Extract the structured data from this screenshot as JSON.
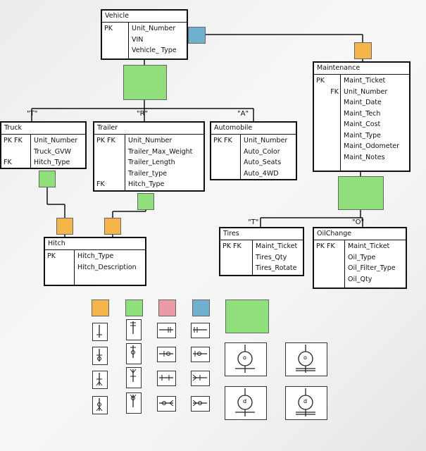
{
  "colors": {
    "orange": "#f4b54a",
    "green": "#8fe07a",
    "pink": "#e89aa6",
    "blue": "#6fb0cf"
  },
  "entities": {
    "vehicle": {
      "title": "Vehicle",
      "keys": [
        "PK",
        "",
        ""
      ],
      "attrs": [
        "Unit_Number",
        "VIN",
        "Vehicle_ Type"
      ]
    },
    "maintenance": {
      "title": "Maintenance",
      "keys": [
        "PK",
        "FK",
        "",
        "",
        "",
        "",
        "",
        ""
      ],
      "attrs": [
        "Maint_Ticket",
        "Unit_Number",
        "Maint_Date",
        "Maint_Tech",
        "Maint_Cost",
        "Maint_Type",
        "Maint_Odometer",
        "Maint_Notes"
      ]
    },
    "truck": {
      "title": "Truck",
      "keys": [
        "PK FK",
        "",
        "FK"
      ],
      "attrs": [
        "Unit_Number",
        "Truck_GVW",
        "Hitch_Type"
      ]
    },
    "trailer": {
      "title": "Trailer",
      "keys": [
        "PK FK",
        "",
        "",
        "",
        "FK"
      ],
      "attrs": [
        "Unit_Number",
        "Trailer_Max_Weight",
        "Trailer_Length",
        "Trailer_type",
        "Hitch_Type"
      ]
    },
    "automobile": {
      "title": "Automobile",
      "keys": [
        "PK FK",
        "",
        "",
        ""
      ],
      "attrs": [
        "Unit_Number",
        "Auto_Color",
        "Auto_Seats",
        "Auto_4WD"
      ]
    },
    "hitch": {
      "title": "Hitch",
      "keys": [
        "PK",
        ""
      ],
      "attrs": [
        "Hitch_Type",
        "Hitch_Description"
      ]
    },
    "tires": {
      "title": "Tires",
      "keys": [
        "PK FK",
        "",
        ""
      ],
      "attrs": [
        "Maint_Ticket",
        "Tires_Qty",
        "Tires_Rotate"
      ]
    },
    "oilchange": {
      "title": "OilChange",
      "keys": [
        "PK FK",
        "",
        ""
      ],
      "attrs": [
        "Maint_Ticket",
        "Oil_Type",
        "Oil_Filter_Type",
        "Oil_Qty"
      ]
    }
  },
  "discriminators": {
    "truck": "\"T\"",
    "trailer": "\"R\"",
    "automobile": "\"A\"",
    "tires": "\"T\"",
    "oilchange": "\"O\""
  },
  "legend_symbols": {
    "subtype_letters": [
      "o",
      "o",
      "d",
      "d"
    ]
  }
}
